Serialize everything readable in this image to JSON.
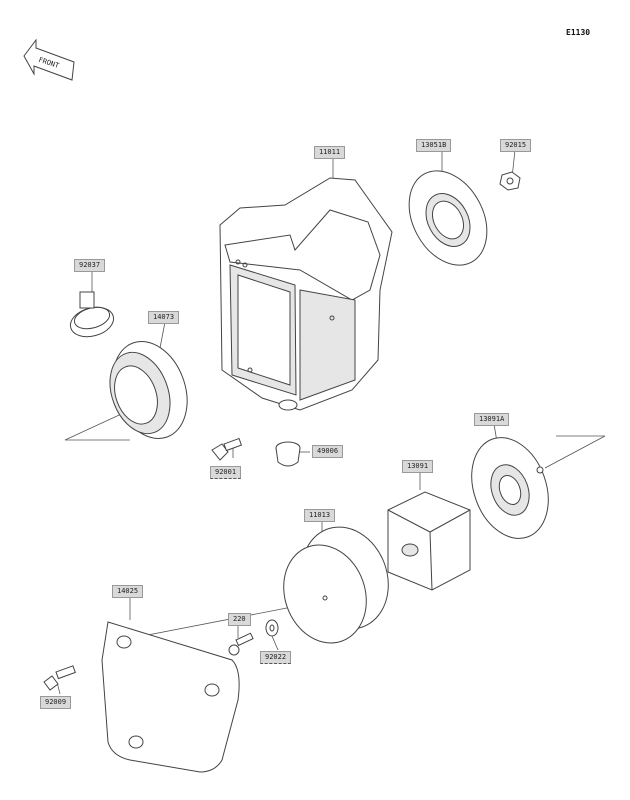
{
  "diagram_code": "E1130",
  "front_label": "FRONT",
  "parts": [
    {
      "id": "air-box",
      "number": "11011"
    },
    {
      "id": "gasket",
      "number": "13051B"
    },
    {
      "id": "nut",
      "number": "92015"
    },
    {
      "id": "clamp",
      "number": "92037"
    },
    {
      "id": "duct",
      "number": "14073"
    },
    {
      "id": "bolt",
      "number": "92001"
    },
    {
      "id": "cap",
      "number": "49006"
    },
    {
      "id": "holder-plate",
      "number": "13091A"
    },
    {
      "id": "element-holder",
      "number": "13091"
    },
    {
      "id": "element",
      "number": "11013"
    },
    {
      "id": "cover",
      "number": "14025"
    },
    {
      "id": "screw",
      "number": "220"
    },
    {
      "id": "washer",
      "number": "92022"
    },
    {
      "id": "cover-bolt",
      "number": "92009"
    }
  ]
}
